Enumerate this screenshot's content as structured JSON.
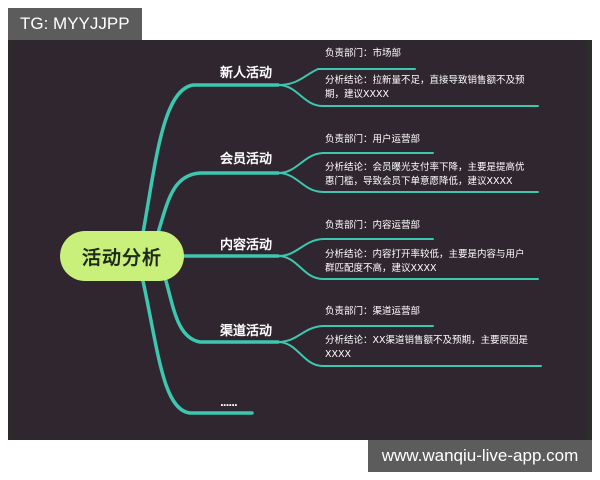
{
  "watermarks": {
    "top": "TG: MYYJJPP",
    "bottom": "www.wanqiu-live-app.com"
  },
  "colors": {
    "background": "#30262f",
    "link": "#3cc8b0",
    "root_fill": "#c8f07a",
    "text": "#ffffff"
  },
  "mindmap": {
    "root": "活动分析",
    "branches": [
      {
        "label": "新人活动",
        "owner": "负责部门：市场部",
        "conclusion": "分析结论：拉新量不足，直接导致销售额不及预期，建议XXXX"
      },
      {
        "label": "会员活动",
        "owner": "负责部门：用户运营部",
        "conclusion": "分析结论：会员曝光支付率下降，主要是提高优惠门槛，导致会员下单意愿降低，建议XXXX"
      },
      {
        "label": "内容活动",
        "owner": "负责部门：内容运营部",
        "conclusion": "分析结论：内容打开率较低，主要是内容与用户群匹配度不高，建议XXXX"
      },
      {
        "label": "渠道活动",
        "owner": "负责部门：渠道运营部",
        "conclusion": "分析结论：XX渠道销售额不及预期，主要原因是XXXX"
      },
      {
        "label": "......"
      }
    ]
  }
}
